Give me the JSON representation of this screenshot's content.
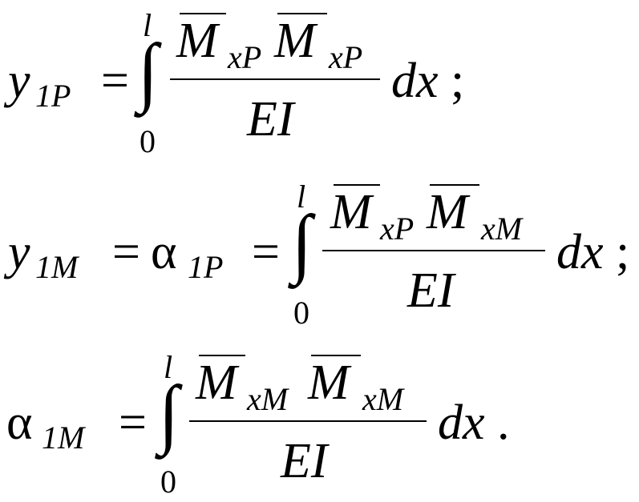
{
  "equations": [
    {
      "lhs": {
        "main": "y",
        "sub": "1P"
      },
      "middle": null,
      "eq_sign": "=",
      "integral": {
        "lower": "0",
        "upper": "l"
      },
      "numerator": [
        {
          "symbol": "M",
          "sub": "xP"
        },
        {
          "symbol": "M",
          "sub": "xP"
        }
      ],
      "denominator": "EI",
      "differential": "dx",
      "terminator": ";"
    },
    {
      "lhs": {
        "main": "y",
        "sub": "1M"
      },
      "middle": {
        "main": "α",
        "sub": "1P"
      },
      "eq_sign": "=",
      "integral": {
        "lower": "0",
        "upper": "l"
      },
      "numerator": [
        {
          "symbol": "M",
          "sub": "xP"
        },
        {
          "symbol": "M",
          "sub": "xM"
        }
      ],
      "denominator": "EI",
      "differential": "dx",
      "terminator": ";"
    },
    {
      "lhs": {
        "main": "α",
        "sub": "1M"
      },
      "middle": null,
      "eq_sign": "=",
      "integral": {
        "lower": "0",
        "upper": "l"
      },
      "numerator": [
        {
          "symbol": "M",
          "sub": "xM"
        },
        {
          "symbol": "M",
          "sub": "xM"
        }
      ],
      "denominator": "EI",
      "differential": "dx",
      "terminator": "."
    }
  ]
}
